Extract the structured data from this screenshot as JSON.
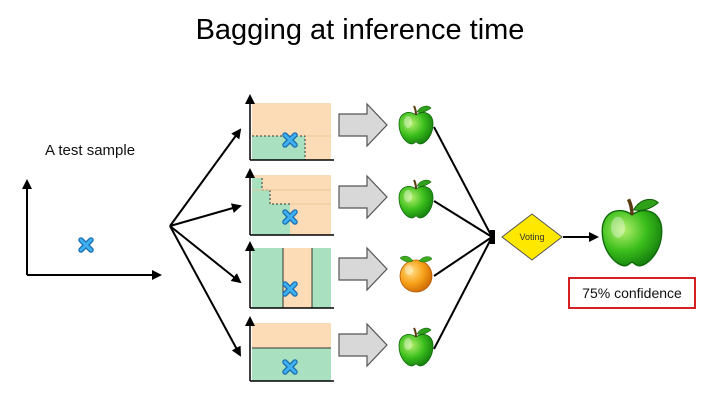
{
  "title": "Bagging at inference time",
  "sample_label": "A test sample",
  "voting_label": "Voting",
  "result_label": "75% confidence",
  "predictions": [
    "apple-icon",
    "apple-icon",
    "orange-icon",
    "apple-icon"
  ],
  "final_prediction": "apple-icon",
  "colors": {
    "region_green": "#a8e0c0",
    "region_orange": "#fcdcb6",
    "arrow_fill": "#d8d8d8",
    "diamond_fill": "#ffe800",
    "result_border": "#d42020",
    "marker_blue": "#2d9be0"
  }
}
